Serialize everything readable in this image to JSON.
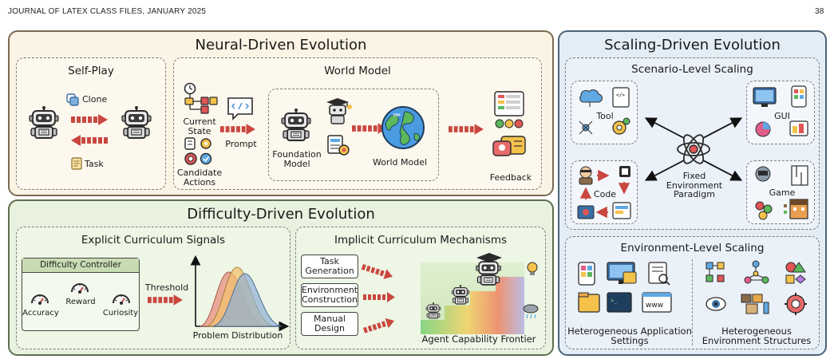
{
  "header": {
    "journal": "JOURNAL OF LATEX CLASS FILES, JANUARY 2025",
    "page_number": "38"
  },
  "neural": {
    "title": "Neural-Driven Evolution",
    "self_play": {
      "title": "Self-Play",
      "clone_label": "Clone",
      "task_label": "Task"
    },
    "world_model": {
      "title": "World Model",
      "current_state": "Current State",
      "candidate_actions": "Candidate Actions",
      "prompt": "Prompt",
      "foundation_model": "Foundation Model",
      "world_model_label": "World Model",
      "feedback": "Feedback"
    }
  },
  "difficulty": {
    "title": "Difficulty-Driven Evolution",
    "explicit": {
      "title": "Explicit Curriculum Signals",
      "controller_title": "Difficulty Controller",
      "accuracy": "Accuracy",
      "reward": "Reward",
      "curiosity": "Curiosity",
      "threshold": "Threshold",
      "problem_distribution": "Problem Distribution"
    },
    "implicit": {
      "title": "Implicit Curriculum Mechanisms",
      "task_generation": "Task Generation",
      "environment_construction": "Environment Construction",
      "manual_design": "Manual Design",
      "agent_frontier": "Agent Capability Frontier"
    }
  },
  "scaling": {
    "title": "Scaling-Driven Evolution",
    "scenario": {
      "title": "Scenario-Level Scaling",
      "tool": "Tool",
      "gui": "GUI",
      "code": "Code",
      "game": "Game",
      "center": "Fixed Environment Paradigm"
    },
    "environment": {
      "title": "Environment-Level Scaling",
      "left_label": "Heterogeneous Application Settings",
      "right_label": "Heterogeneous Environment Structures"
    }
  },
  "colors": {
    "neural_bg": "#fbf3e3",
    "difficulty_bg": "#e9f2df",
    "scaling_bg": "#e3edf6",
    "arrow_red": "#c9473f"
  }
}
